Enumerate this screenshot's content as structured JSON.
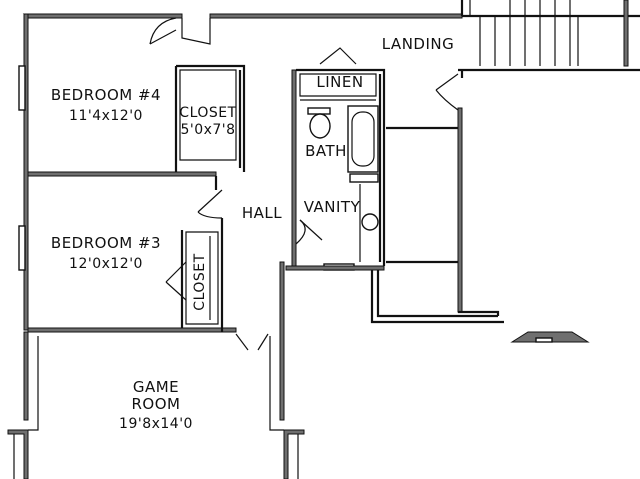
{
  "rooms": {
    "bedroom4": {
      "name": "BEDROOM #4",
      "size": "11'4x12'0"
    },
    "closet4": {
      "name": "CLOSET",
      "size": "5'0x7'8"
    },
    "landing": {
      "name": "LANDING"
    },
    "linen": {
      "name": "LINEN"
    },
    "bath": {
      "name": "BATH"
    },
    "vanity": {
      "name": "VANITY"
    },
    "hall": {
      "name": "HALL"
    },
    "bedroom3": {
      "name": "BEDROOM #3",
      "size": "12'0x12'0"
    },
    "closet3": {
      "name": "CLOSET"
    },
    "game": {
      "name1": "GAME",
      "name2": "ROOM",
      "size": "19'8x14'0"
    }
  },
  "colors": {
    "wall": "#111111",
    "wall_fill": "#6f6f6f",
    "background": "#ffffff"
  }
}
